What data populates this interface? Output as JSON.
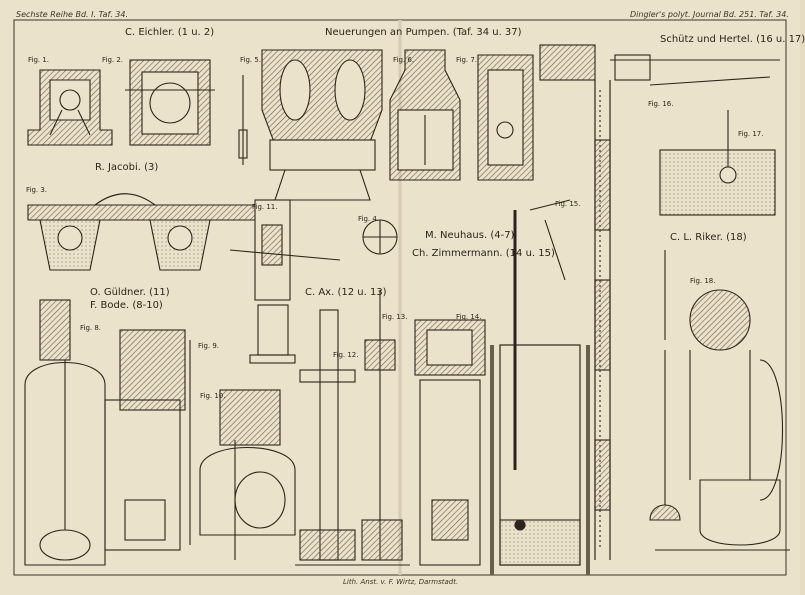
{
  "header": {
    "left": "Sechste Reihe Bd. I. Taf. 34.",
    "right": "Dingler's polyt. Journal Bd. 251. Taf. 34."
  },
  "titles": {
    "main": "Neuerungen an Pumpen. (Taf. 34 u. 37)",
    "eichler": "C. Eichler. (1 u. 2)",
    "jacobi": "R. Jacobi. (3)",
    "gueldner": "O. Güldner. (11)",
    "bode": "F. Bode. (8-10)",
    "ax": "C. Ax. (12 u. 13)",
    "neuhaus": "M. Neuhaus. (4-7)",
    "zimmermann": "Ch. Zimmermann. (14 u. 15)",
    "schuetz": "Schütz und Hertel. (16 u. 17)",
    "riker": "C. L. Riker. (18)"
  },
  "figures": {
    "fig1": "Fig. 1.",
    "fig2": "Fig. 2.",
    "fig3": "Fig. 3.",
    "fig4": "Fig. 4.",
    "fig5": "Fig. 5.",
    "fig6": "Fig. 6.",
    "fig7": "Fig. 7.",
    "fig8": "Fig. 8.",
    "fig9": "Fig. 9.",
    "fig10": "Fig. 10.",
    "fig11": "Fig. 11.",
    "fig12": "Fig. 12.",
    "fig13": "Fig. 13.",
    "fig14": "Fig. 14.",
    "fig15": "Fig. 15.",
    "fig16": "Fig. 16.",
    "fig17": "Fig. 17.",
    "fig18": "Fig. 18."
  },
  "footer": {
    "lithographer": "Lith. Anst. v. F. Wirtz, Darmstadt."
  },
  "colors": {
    "paper": "#ebe2cb",
    "ink": "#2b241c",
    "hatch": "#6b5e4c"
  }
}
